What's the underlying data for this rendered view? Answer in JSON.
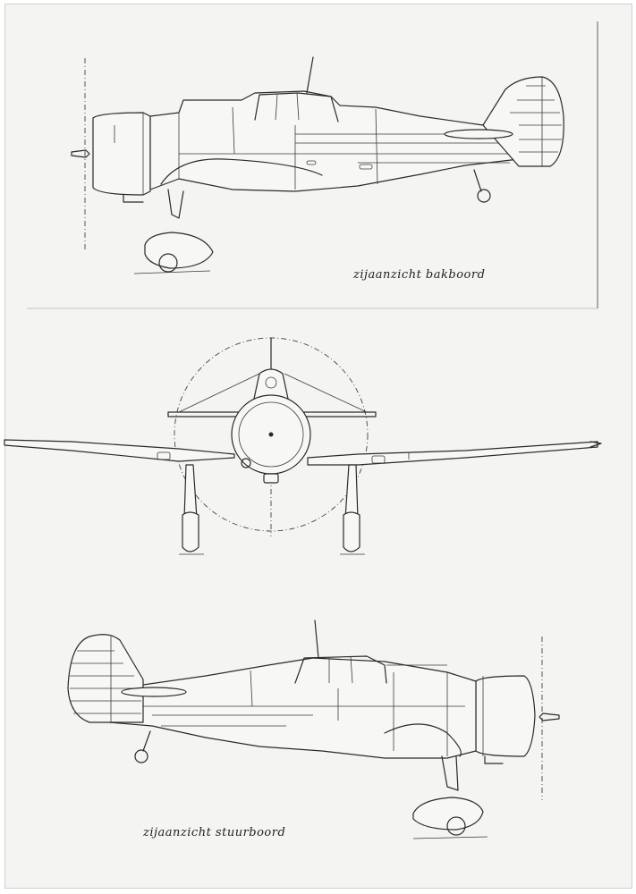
{
  "drawing": {
    "views": [
      {
        "id": "port",
        "caption": "zijaanzicht bakboord"
      },
      {
        "id": "front",
        "caption": ""
      },
      {
        "id": "starboard",
        "caption": "zijaanzicht stuurboord"
      }
    ]
  },
  "colors": {
    "paper": "#f4f4f2",
    "ink": "#2a2a2a"
  }
}
